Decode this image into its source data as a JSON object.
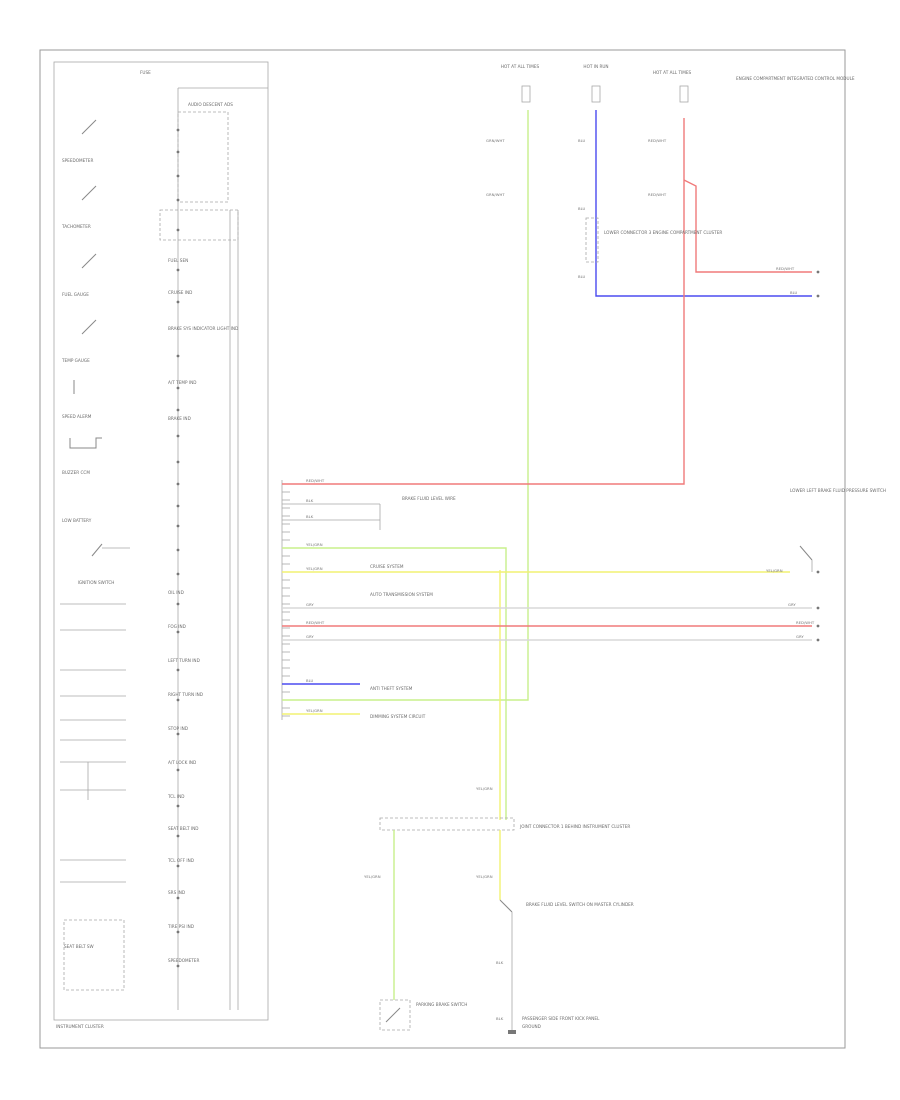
{
  "diagram": {
    "frame_code": "",
    "cluster_title": "INSTRUMENT CLUSTER",
    "cluster_top_label": "FUSE",
    "cluster_fuse_label": "AUDIO DESCENT ADS",
    "gauges": [
      "SPEEDOMETER",
      "TACHOMETER",
      "FUEL GAUGE",
      "TEMP GAUGE",
      "SPEED ALERM",
      "BUZZER CCM",
      "LOW BATTERY"
    ],
    "ignition_switch": "IGNITION SWITCH",
    "indicators": [
      "FUEL SEN",
      "CRUISE IND",
      "BRAKE SYS INDICATOR LIGHT IND",
      "A/T TEMP IND",
      "BRAKE IND",
      "OIL IND",
      "FOG IND",
      "LEFT TURN IND",
      "RIGHT TURN IND",
      "STOP IND",
      "A/T LOCK IND",
      "TCL IND",
      "SEAT BELT IND",
      "TCL OFF IND",
      "SRS IND",
      "TIRE PSI IND",
      "SPEEDOMETER",
      "SEAT BELT SW"
    ],
    "fuse_labels": [
      "HOT AT ALL TIMES",
      "HOT IN RUN",
      "HOT AT ALL TIMES"
    ],
    "right_module": "ENGINE COMPARTMENT INTEGRATED CONTROL MODULE",
    "splice_label": "LOWER CONNECTOR 3 ENGINE COMPARTMENT CLUSTER",
    "splice_label_2": "JOINT CONNECTOR 1 BEHIND INSTRUMENT CLUSTER",
    "brake_switch": "BRAKE FLUID LEVEL SWITCH ON MASTER CYLINDER",
    "brake_pressure": "LOWER LEFT BRAKE FLUID PRESSURE SWITCH",
    "parking_brake": "PARKING BRAKE SWITCH",
    "ground_label": "PASSENGER SIDE FRONT KICK PANEL",
    "ground_label_2": "GROUND",
    "wire_labels": {
      "green": "GRN/WHT",
      "blue": "BLU",
      "red": "RED/WHT",
      "yellow": "YEL/GRN",
      "blk": "BLK",
      "gray": "GRY"
    },
    "pin_notes": {
      "n1": "BRAKE FLUID LEVEL WIRE",
      "n2": "CRUISE SYSTEM",
      "n3": "AUTO TRANSMISSION SYSTEM",
      "n4": "ANTI THEFT SYSTEM",
      "n5": "DIMMING SYSTEM CIRCUIT"
    },
    "colors": {
      "green": "#c8f08c",
      "blue": "#4b4bf0",
      "red": "#f07a7a",
      "yellow": "#f2f272",
      "gray": "#d8d8d8"
    }
  }
}
